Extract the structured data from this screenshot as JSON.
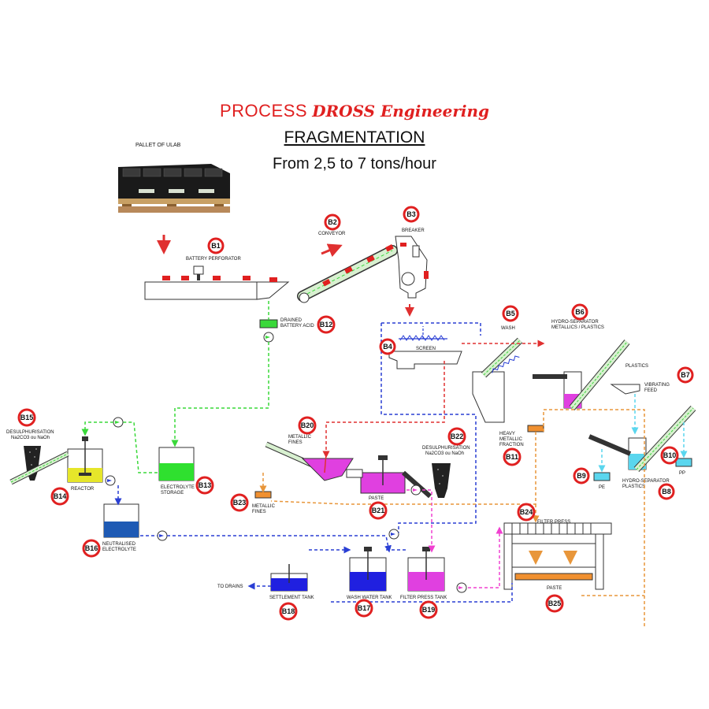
{
  "header": {
    "title_part1": "PROCESS",
    "title_part2": "DROSS Engineering",
    "subtitle": "FRAGMENTATION",
    "capacity": "From 2,5 to 7 tons/hour"
  },
  "colors": {
    "title": "#e02020",
    "tag_ring": "#e02020",
    "green_line": "#3ad83a",
    "blue_line": "#2a3fd4",
    "red_line": "#e03030",
    "orange_line": "#e8963a",
    "pink_line": "#f040d0",
    "cyan_line": "#5ad6ee",
    "electrolyte_fill": "#2fe02f",
    "reactor_fill": "#e6e62a",
    "neutralised_fill": "#1e5ab4",
    "settlement_fill": "#2020e0",
    "wash_fill": "#2020e0",
    "filterpress_fill": "#e040e0",
    "paste_fill": "#e040e0",
    "pp_fill": "#5ad6ee",
    "paste_tray_fill": "#f09030"
  },
  "pallet": {
    "label": "PALLET OF ULAB"
  },
  "labels": {
    "B1": "BATTERY PERFORATOR",
    "B2": "CONVEYOR",
    "B3": "BREAKER",
    "B4": "SCREEN",
    "B5": "WASH",
    "B6_1": "HYDRO-SEPARATOR",
    "B6_2": "METALLICS / PLASTICS",
    "B7_1": "VIBRATING",
    "B7_2": "FEED",
    "plastics": "PLASTICS",
    "B8_1": "HYDRO-SEPARATOR",
    "B8_2": "PLASTICS",
    "B9": "PE",
    "B10": "PP",
    "B11_1": "HEAVY",
    "B11_2": "METALLIC",
    "B11_3": "FRACTION",
    "B12_1": "DRAINED",
    "B12_2": "BATTERY ACID",
    "B13_1": "ELECTROLYTE",
    "B13_2": "STORAGE",
    "B14": "REACTOR",
    "B15_1": "DESULPHURISATION",
    "B15_2": "Na2CO3 ou NaOh",
    "B16_1": "NEUTRALISED",
    "B16_2": "ELECTROLYTE",
    "B17": "WASH WATER TANK",
    "B18": "SETTLEMENT TANK",
    "B19": "FILTER PRESS TANK",
    "B20_1": "METALLIC",
    "B20_2": "FINES",
    "B21": "PASTE",
    "B22_1": "DESULPHURISATION",
    "B22_2": "Na2CO3 ou NaOh",
    "B23_1": "METALLIC",
    "B23_2": "FINES",
    "B24": "FILTER PRESS",
    "B25": "PASTE",
    "drains": "TO DRAINS"
  },
  "tags": {
    "B1": "B1",
    "B2": "B2",
    "B3": "B3",
    "B4": "B4",
    "B5": "B5",
    "B6": "B6",
    "B7": "B7",
    "B8": "B8",
    "B9": "B9",
    "B10": "B10",
    "B11": "B11",
    "B12": "B12",
    "B13": "B13",
    "B14": "B14",
    "B15": "B15",
    "B16": "B16",
    "B17": "B17",
    "B18": "B18",
    "B19": "B19",
    "B20": "B20",
    "B21": "B21",
    "B22": "B22",
    "B23": "B23",
    "B24": "B24",
    "B25": "B25"
  }
}
